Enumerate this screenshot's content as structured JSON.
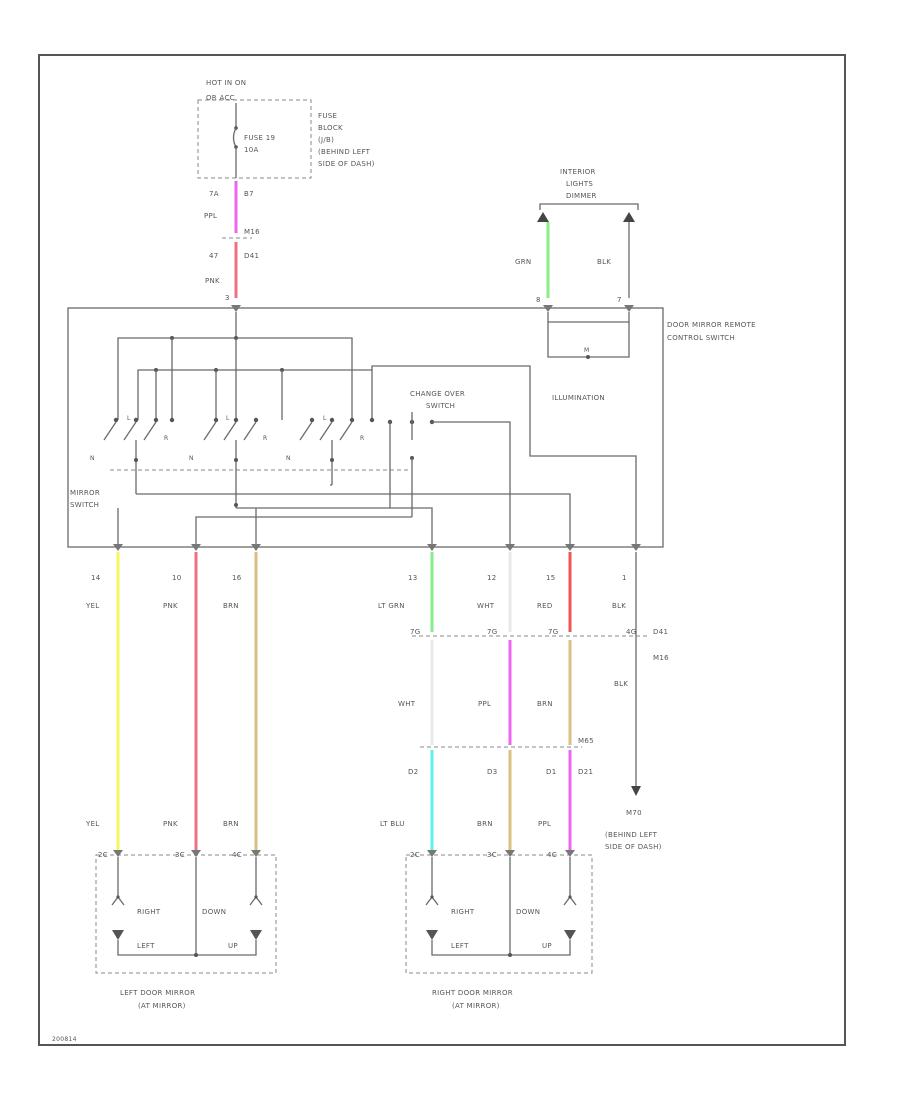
{
  "top": {
    "hot_label_1": "HOT IN ON",
    "hot_label_2": "OR ACC",
    "fuse": "FUSE 19",
    "fuse_amp": "10A",
    "fuse_block_1": "FUSE",
    "fuse_block_2": "BLOCK",
    "fuse_block_3": "(J/B)",
    "fuse_block_4": "(BEHIND LEFT",
    "fuse_block_5": "SIDE OF DASH)",
    "pin_top": "7A",
    "conn_top": "B7",
    "wire_ppl": "PPL",
    "pin_mid": "47",
    "conn_mid_1": "M16",
    "conn_mid_2": "D41",
    "wire_pnk": "PNK",
    "pin_switch": "3"
  },
  "interior": {
    "label_1": "INTERIOR",
    "label_2": "LIGHTS",
    "label_3": "DIMMER",
    "wire_grn": "GRN",
    "wire_blk": "BLK",
    "pin_l": "8",
    "pin_r": "7"
  },
  "switch": {
    "title_1": "DOOR MIRROR REMOTE",
    "title_2": "CONTROL SWITCH",
    "illumination": "ILLUMINATION",
    "changeover_1": "CHANGE OVER",
    "changeover_2": "SWITCH",
    "mirror_1": "MIRROR",
    "mirror_2": "SWITCH",
    "pos_n": "N",
    "pos_l": "L",
    "pos_r": "R"
  },
  "bottom_pins": [
    "14",
    "10",
    "16",
    "13",
    "12",
    "15",
    "1"
  ],
  "wires": {
    "yel": "YEL",
    "pnk": "PNK",
    "brn": "BRN",
    "lt_grn": "LT GRN",
    "wht": "WHT",
    "red": "RED",
    "blk": "BLK",
    "ppl": "PPL",
    "lt_blu": "LT BLU"
  },
  "mid_conn": {
    "pins": [
      "7G",
      "7G",
      "7G"
    ],
    "pin_blk": "4G",
    "d41": "D41",
    "m16": "M16",
    "pins2": [
      "D2",
      "D3",
      "D1"
    ],
    "m65": "M65",
    "d21": "D21"
  },
  "ground": {
    "id": "M70",
    "line_1": "(BEHIND LEFT",
    "line_2": "SIDE OF DASH)"
  },
  "left_mirror": {
    "pins": [
      "2C",
      "3C",
      "4C"
    ],
    "right": "RIGHT",
    "down": "DOWN",
    "left": "LEFT",
    "up": "UP",
    "title_1": "LEFT DOOR MIRROR",
    "title_2": "(AT MIRROR)"
  },
  "right_mirror": {
    "pins": [
      "2C",
      "3C",
      "4C"
    ],
    "right": "RIGHT",
    "down": "DOWN",
    "left": "LEFT",
    "up": "UP",
    "title_1": "RIGHT DOOR MIRROR",
    "title_2": "(AT MIRROR)"
  },
  "footer_code": "200814",
  "colors": {
    "ppl": "#ee66ee",
    "pnk": "#f07080",
    "grn": "#88ee88",
    "yel": "#f5f560",
    "brn": "#d8c080",
    "lt_grn": "#88ee88",
    "lt_blu": "#66eeee",
    "red": "#ee5555"
  }
}
